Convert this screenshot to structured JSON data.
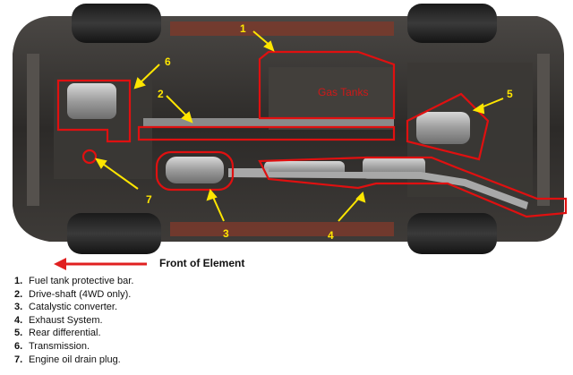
{
  "diagram": {
    "tank_label": "Gas Tanks",
    "front_label": "Front of Element",
    "callouts": [
      "1",
      "2",
      "3",
      "4",
      "5",
      "6",
      "7"
    ],
    "legend": [
      {
        "num": "1.",
        "text": "Fuel tank protective bar."
      },
      {
        "num": "2.",
        "text": "Drive-shaft (4WD only)."
      },
      {
        "num": "3.",
        "text": "Catalystic converter."
      },
      {
        "num": "4.",
        "text": "Exhaust System."
      },
      {
        "num": "5.",
        "text": "Rear differential."
      },
      {
        "num": "6.",
        "text": "Transmission."
      },
      {
        "num": "7.",
        "text": "Engine oil drain plug."
      }
    ],
    "colors": {
      "outline": "#e01010",
      "callout": "#ffe600",
      "arrow": "#e02020",
      "body": "#2e2c2a"
    }
  }
}
